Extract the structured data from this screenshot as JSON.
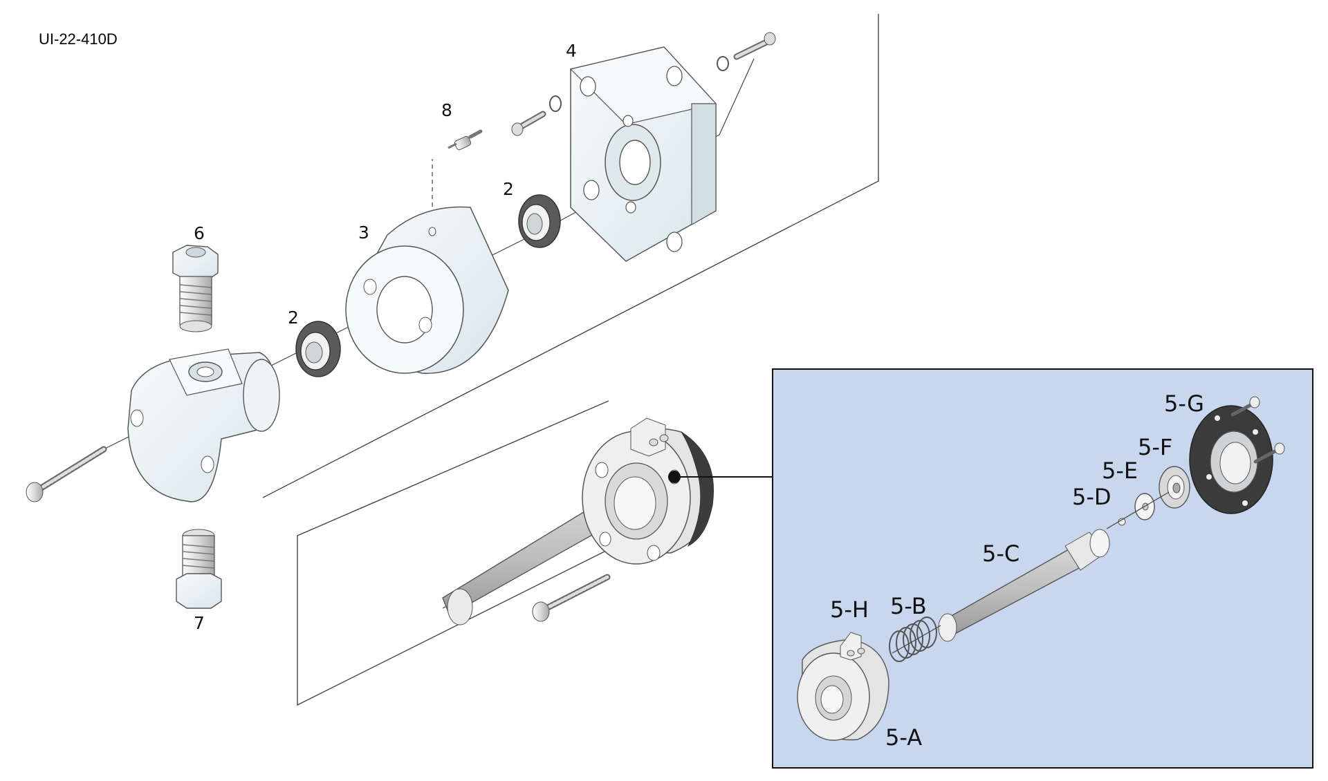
{
  "document_id": "UI-22-410D",
  "colors": {
    "inset_background": "#c8d6ee",
    "part_fill": "#eef4f6",
    "gasket_dark": "#3b3b3b",
    "rod_grey": "#b8b8b8",
    "outline": "#555555"
  },
  "callouts": {
    "seal_lower": "2",
    "seal_upper": "2",
    "housing": "3",
    "flange_plate": "4",
    "fitting_top": "6",
    "fitting_bottom": "7",
    "pin": "8"
  },
  "inset": {
    "label_a": "5-A",
    "label_b": "5-B",
    "label_c": "5-C",
    "label_d": "5-D",
    "label_e": "5-E",
    "label_f": "5-F",
    "label_g": "5-G",
    "label_h": "5-H"
  }
}
